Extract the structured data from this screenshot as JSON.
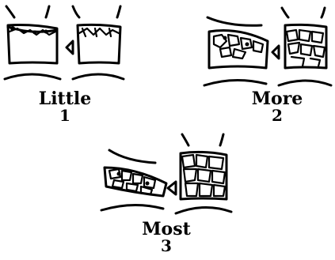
{
  "panels": [
    {
      "label": "Little",
      "number": "1"
    },
    {
      "label": "More",
      "number": "2"
    },
    {
      "label": "Most",
      "number": "3"
    }
  ]
}
